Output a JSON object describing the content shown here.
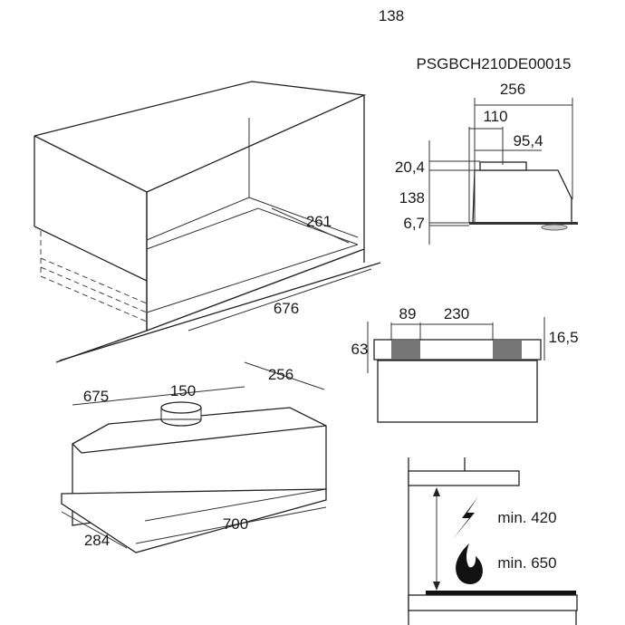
{
  "header": {
    "page_number": "138",
    "model_code": "PSGBCH210DE00015"
  },
  "cabinet_view": {
    "depth_label": "261",
    "width_label": "676"
  },
  "side_view": {
    "overall_depth": "256",
    "outlet_offset": "110",
    "outlet_depth": "95,4",
    "outlet_height": "20,4",
    "body_height": "138",
    "bottom_height": "6,7"
  },
  "front_view": {
    "offset": "89",
    "spacing": "230",
    "outlet_height": "63",
    "top_height": "16,5"
  },
  "hood_view": {
    "body_width": "675",
    "outlet_diameter": "150",
    "depth": "256",
    "front_width": "700",
    "front_depth": "284"
  },
  "clearance": {
    "electric_label": "min. 420",
    "gas_label": "min. 650"
  },
  "icons": [
    "lightning-icon",
    "flame-icon"
  ]
}
